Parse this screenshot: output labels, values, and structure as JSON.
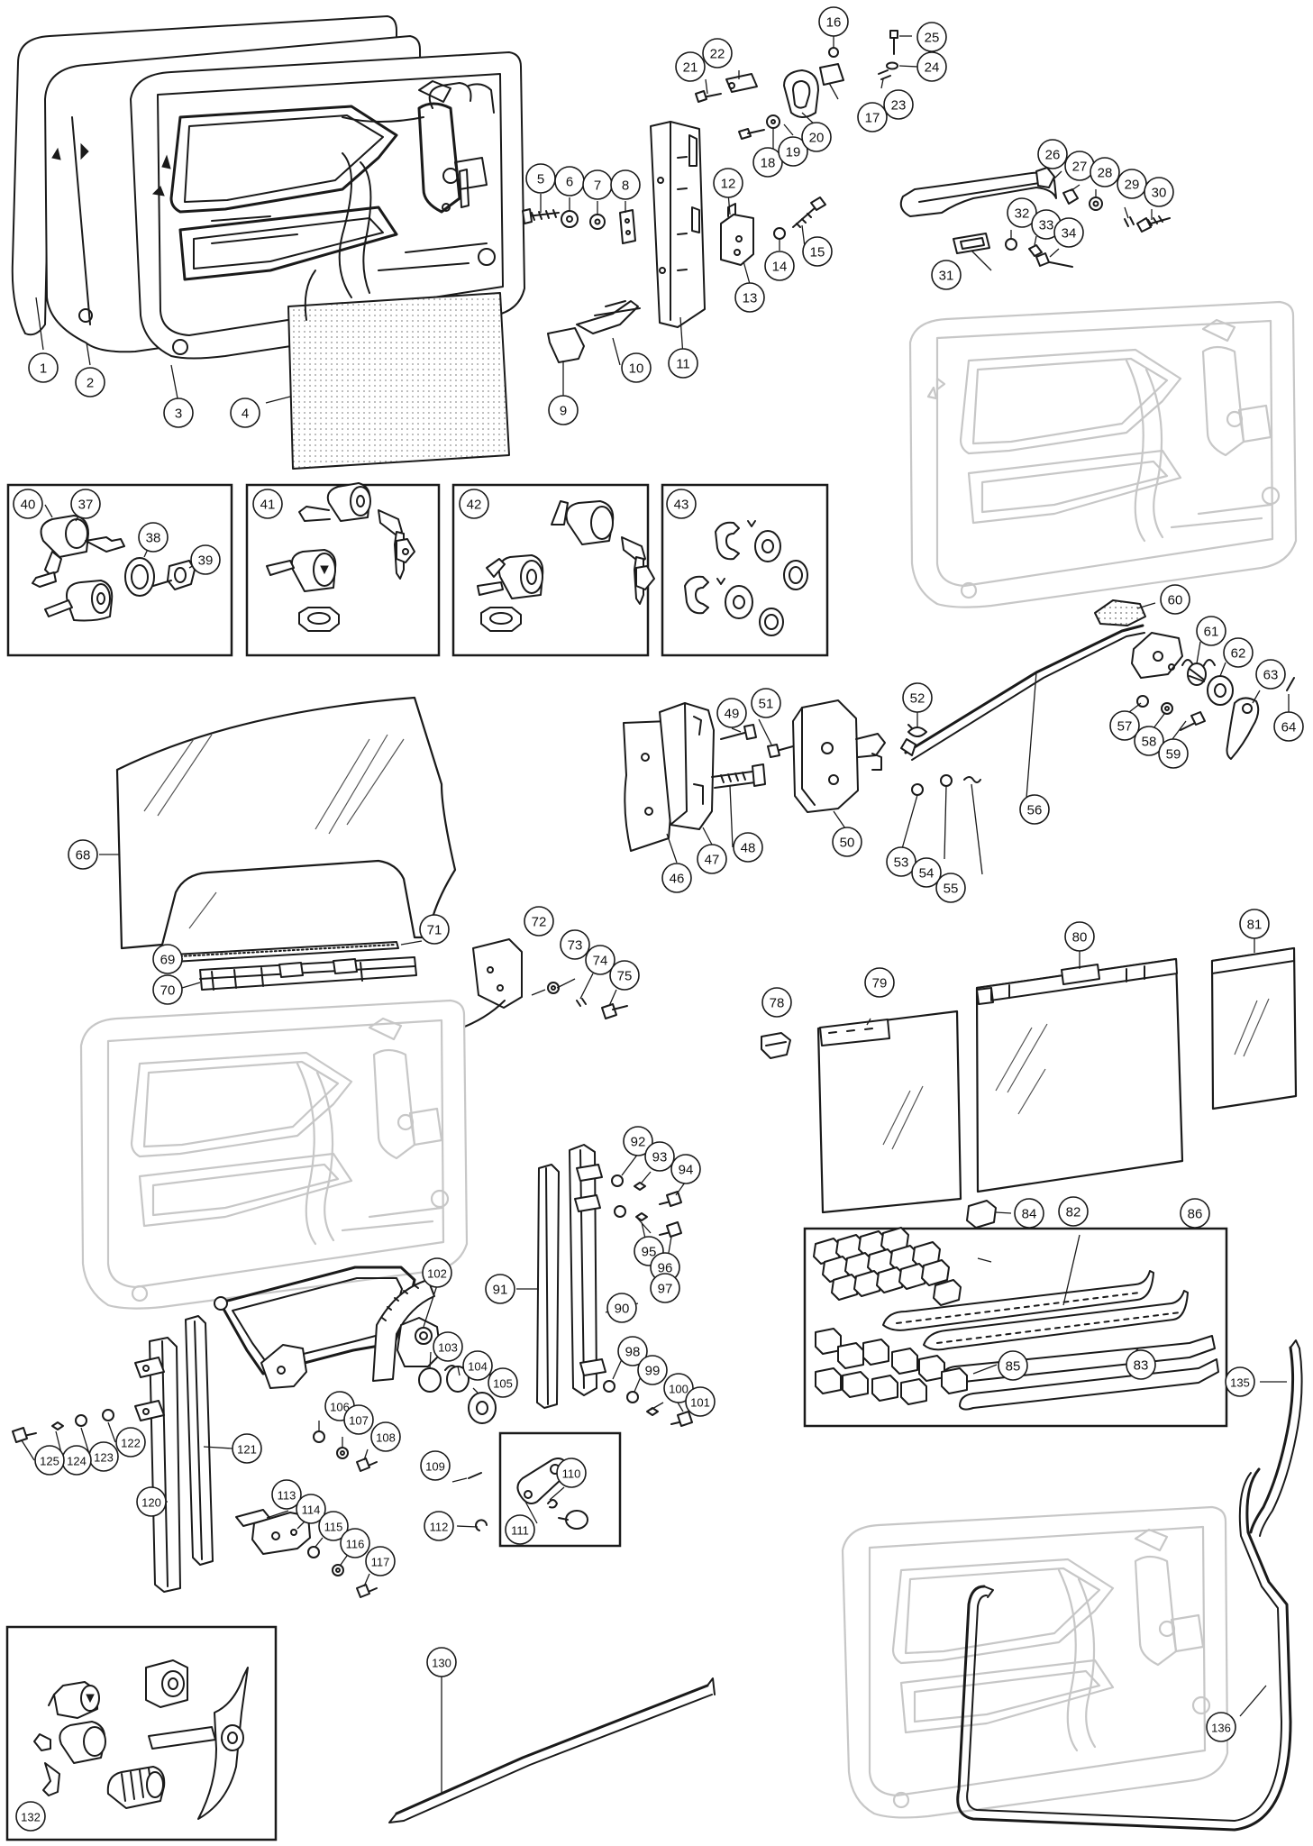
{
  "callouts": {
    "c1": "1",
    "c2": "2",
    "c3": "3",
    "c4": "4",
    "c5": "5",
    "c6": "6",
    "c7": "7",
    "c8": "8",
    "c9": "9",
    "c10": "10",
    "c11": "11",
    "c12": "12",
    "c13": "13",
    "c14": "14",
    "c15": "15",
    "c16": "16",
    "c17": "17",
    "c18": "18",
    "c19": "19",
    "c20": "20",
    "c21": "21",
    "c22": "22",
    "c23": "23",
    "c24": "24",
    "c25": "25",
    "c26": "26",
    "c27": "27",
    "c28": "28",
    "c29": "29",
    "c30": "30",
    "c31": "31",
    "c32": "32",
    "c33": "33",
    "c34": "34",
    "c37": "37",
    "c38": "38",
    "c39": "39",
    "c40": "40",
    "c41": "41",
    "c42": "42",
    "c43": "43",
    "c46": "46",
    "c47": "47",
    "c48": "48",
    "c49": "49",
    "c50": "50",
    "c51": "51",
    "c52": "52",
    "c53": "53",
    "c54": "54",
    "c55": "55",
    "c56": "56",
    "c57": "57",
    "c58": "58",
    "c59": "59",
    "c60": "60",
    "c61": "61",
    "c62": "62",
    "c63": "63",
    "c64": "64",
    "c68": "68",
    "c69": "69",
    "c70": "70",
    "c71": "71",
    "c72": "72",
    "c73": "73",
    "c74": "74",
    "c75": "75",
    "c78": "78",
    "c79": "79",
    "c80": "80",
    "c81": "81",
    "c82": "82",
    "c83": "83",
    "c84": "84",
    "c85": "85",
    "c86": "86",
    "c90": "90",
    "c91": "91",
    "c92": "92",
    "c93": "93",
    "c94": "94",
    "c95": "95",
    "c96": "96",
    "c97": "97",
    "c98": "98",
    "c99": "99",
    "c100": "100",
    "c101": "101",
    "c102": "102",
    "c103": "103",
    "c104": "104",
    "c105": "105",
    "c106": "106",
    "c107": "107",
    "c108": "108",
    "c109": "109",
    "c110": "110",
    "c111": "111",
    "c112": "112",
    "c113": "113",
    "c114": "114",
    "c115": "115",
    "c116": "116",
    "c117": "117",
    "c120": "120",
    "c121": "121",
    "c122": "122",
    "c123": "123",
    "c124": "124",
    "c125": "125",
    "c130": "130",
    "c132": "132",
    "c135": "135",
    "c136": "136"
  },
  "colors": {
    "line": "#1a1a1a",
    "ghost_outline": "#c7c7c7",
    "background": "#ffffff"
  }
}
